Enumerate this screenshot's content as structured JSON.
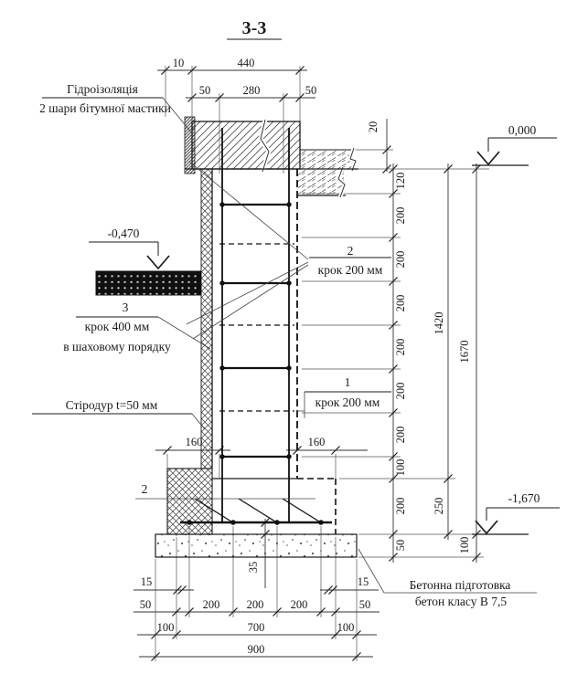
{
  "title": "3-3",
  "annotations": {
    "waterproofing_l1": "Гідроізоляція",
    "waterproofing_l2": "2 шари бітумної мастики",
    "pos3_num": "3",
    "pos3_l1": "крок 400 мм",
    "pos3_l2": "в шаховому порядку",
    "pos2_num": "2",
    "pos2_l1": "крок 200 мм",
    "pos1_num": "1",
    "pos1_l1": "крок 200 мм",
    "styrodur": "Стіродур t=50 мм",
    "pos2_footing": "2",
    "prep_l1": "Бетонна підготовка",
    "prep_l2": "бетон класу В 7,5"
  },
  "elevations": {
    "zero": "0,000",
    "minus470": "-0,470",
    "minus1670": "-1,670"
  },
  "dims": {
    "d10": "10",
    "d440": "440",
    "d50a": "50",
    "d280": "280",
    "d50b": "50",
    "d20": "20",
    "chain1": [
      "120",
      "200",
      "200",
      "200",
      "200",
      "200",
      "200",
      "100",
      "200",
      "50"
    ],
    "d1420": "1420",
    "d250": "250",
    "d1670": "1670",
    "d100r": "100",
    "d160l": "160",
    "d160r": "160",
    "d35": "35",
    "d15l": "15",
    "d15r": "15",
    "row2": [
      "50",
      "200",
      "200",
      "200",
      "50"
    ],
    "row3": [
      "100",
      "700",
      "100"
    ],
    "d900": "900"
  },
  "colors": {
    "line": "#1a1a1a",
    "thin": "#555555",
    "paper": "#ffffff"
  }
}
